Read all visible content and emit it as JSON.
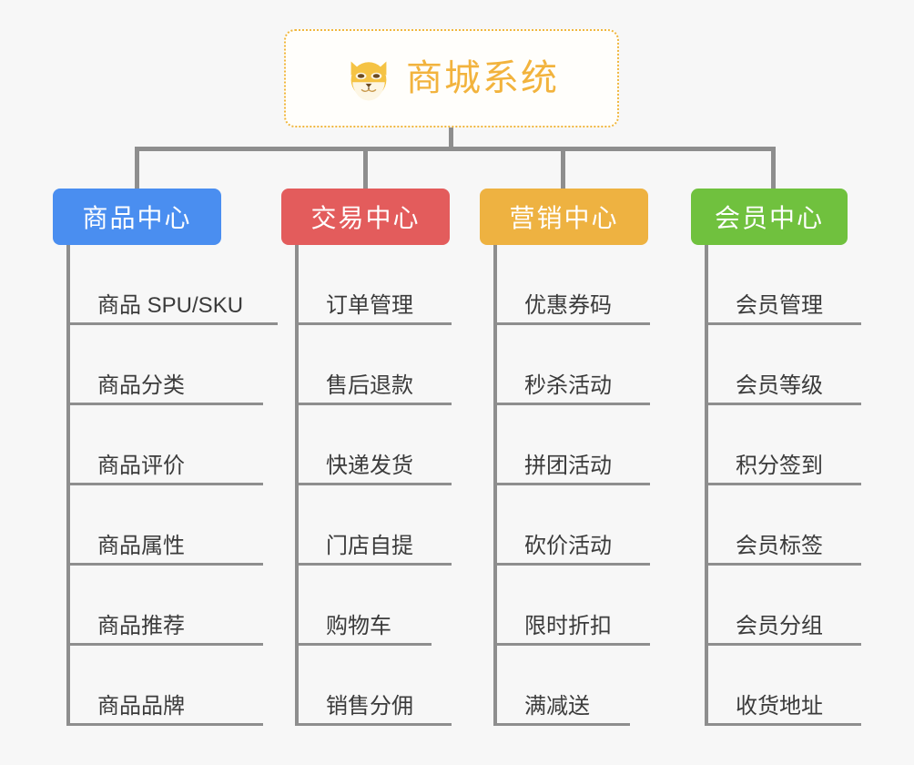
{
  "page": {
    "background": "#f7f7f7",
    "type": "mind-map"
  },
  "root": {
    "title": "商城系统",
    "icon": "shiba-dog-face-icon",
    "text_color": "#f2b33d",
    "border_color": "#f0b73e",
    "background": "#fffefb"
  },
  "branches": [
    {
      "title": "商品中心",
      "color": "#4a8ef0",
      "items": [
        "商品 SPU/SKU",
        "商品分类",
        "商品评价",
        "商品属性",
        "商品推荐",
        "商品品牌"
      ]
    },
    {
      "title": "交易中心",
      "color": "#e35c5c",
      "items": [
        "订单管理",
        "售后退款",
        "快递发货",
        "门店自提",
        "购物车",
        "销售分佣"
      ]
    },
    {
      "title": "营销中心",
      "color": "#eeb241",
      "items": [
        "优惠券码",
        "秒杀活动",
        "拼团活动",
        "砍价活动",
        "限时折扣",
        "满减送"
      ]
    },
    {
      "title": "会员中心",
      "color": "#70c13e",
      "items": [
        "会员管理",
        "会员等级",
        "积分签到",
        "会员标签",
        "会员分组",
        "收货地址"
      ]
    }
  ],
  "connector": {
    "color": "#8e8e8e"
  }
}
